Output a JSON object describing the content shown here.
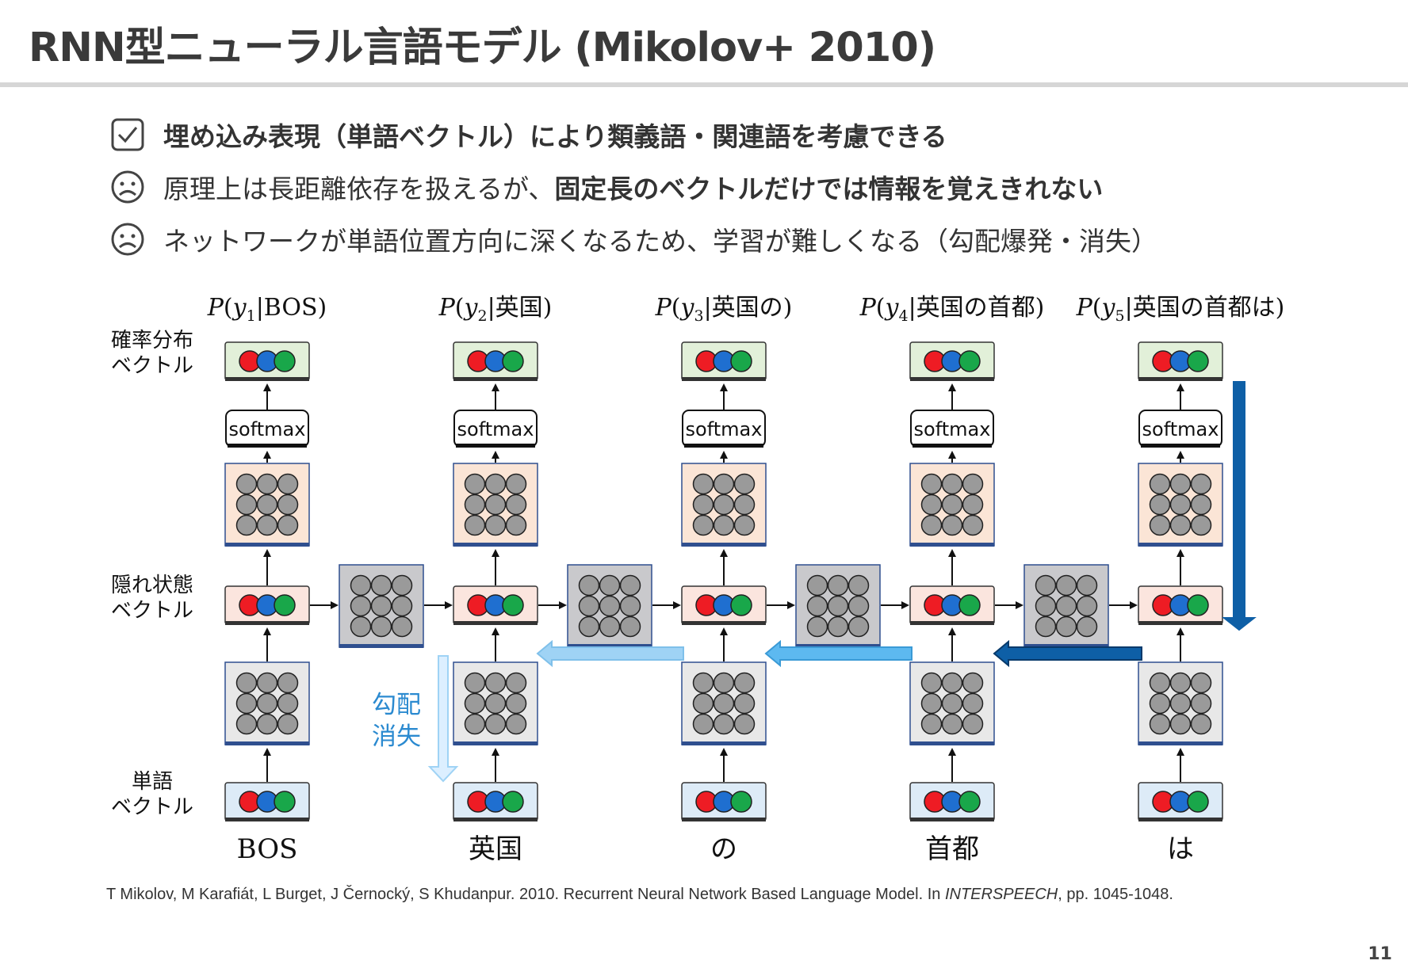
{
  "title": "RNN型ニューラル言語モデル (Mikolov+ 2010)",
  "bullets": [
    {
      "icon": "checkbox-icon",
      "bold": "埋め込み表現（単語ベクトル）により類義語・関連語を考慮できる",
      "text": "",
      "bold_after": ""
    },
    {
      "icon": "sad-face-icon",
      "bold": "",
      "text": "原理上は長距離依存を扱えるが、",
      "bold_after": "固定長のベクトルだけでは情報を覚えきれない"
    },
    {
      "icon": "sad-face-icon",
      "bold": "",
      "text": "ネットワークが単語位置方向に深くなるため、学習が難しくなる（勾配爆発・消失）",
      "bold_after": ""
    }
  ],
  "row_labels": {
    "prob": [
      "確率分布",
      "ベクトル"
    ],
    "hidden": [
      "隠れ状態",
      "ベクトル"
    ],
    "word": [
      "単語",
      "ベクトル"
    ]
  },
  "softmax_label": "softmax",
  "vanish_label": [
    "勾配",
    "消失"
  ],
  "columns": [
    {
      "word": "BOS",
      "prob_var": "y",
      "prob_sub": "1",
      "prob_cond": "BOS"
    },
    {
      "word": "英国",
      "prob_var": "y",
      "prob_sub": "2",
      "prob_cond": "英国"
    },
    {
      "word": "の",
      "prob_var": "y",
      "prob_sub": "3",
      "prob_cond": "英国の"
    },
    {
      "word": "首都",
      "prob_var": "y",
      "prob_sub": "4",
      "prob_cond": "英国の首都"
    },
    {
      "word": "は",
      "prob_var": "y",
      "prob_sub": "5",
      "prob_cond": "英国の首都は"
    }
  ],
  "colors": {
    "red": "#ee1c24",
    "blue": "#1f6fd0",
    "green": "#19a74a",
    "node_gray": "#9a9a9a",
    "prob_box": "#e2f0d9",
    "hidden_box": "#fbe5de",
    "matrix_box": "#fbe5d6",
    "recurrent_box": "#c9c9cc",
    "embed_box": "#e8e8e8",
    "word_box": "#ddebf7",
    "dark_blue": "#0e5fa6",
    "light_blue": "#9fd3f5",
    "border_blue": "#2f4f8f"
  },
  "citation": {
    "before": "T Mikolov, M Karafiát, L Burget, J Černocký, S Khudanpur. 2010. Recurrent Neural Network Based Language Model. In ",
    "venue": "INTERSPEECH",
    "after": ", pp. 1045-1048."
  },
  "page_number": "11"
}
